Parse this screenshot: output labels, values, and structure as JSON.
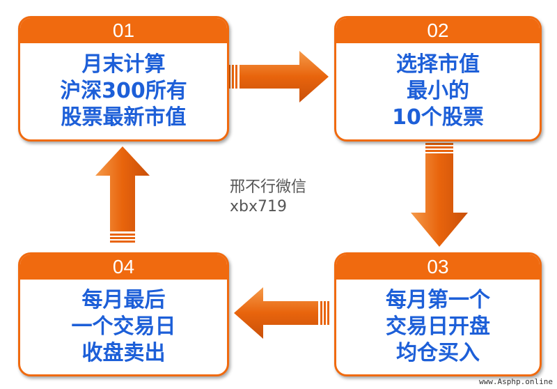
{
  "steps": [
    {
      "num": "01",
      "lines": [
        "月末计算",
        "沪深300所有",
        "股票最新市值"
      ]
    },
    {
      "num": "02",
      "lines": [
        "选择市值",
        "最小的",
        "10个股票"
      ]
    },
    {
      "num": "03",
      "lines": [
        "每月第一个",
        "交易日开盘",
        "均仓买入"
      ]
    },
    {
      "num": "04",
      "lines": [
        "每月最后",
        "一个交易日",
        "收盘卖出"
      ]
    }
  ],
  "watermark": {
    "line1": "邢不行微信",
    "line2": "xbx719"
  },
  "site_watermark": "www.Asphp.online",
  "colors": {
    "accent": "#f06a0f",
    "text": "#1d5fd8"
  }
}
